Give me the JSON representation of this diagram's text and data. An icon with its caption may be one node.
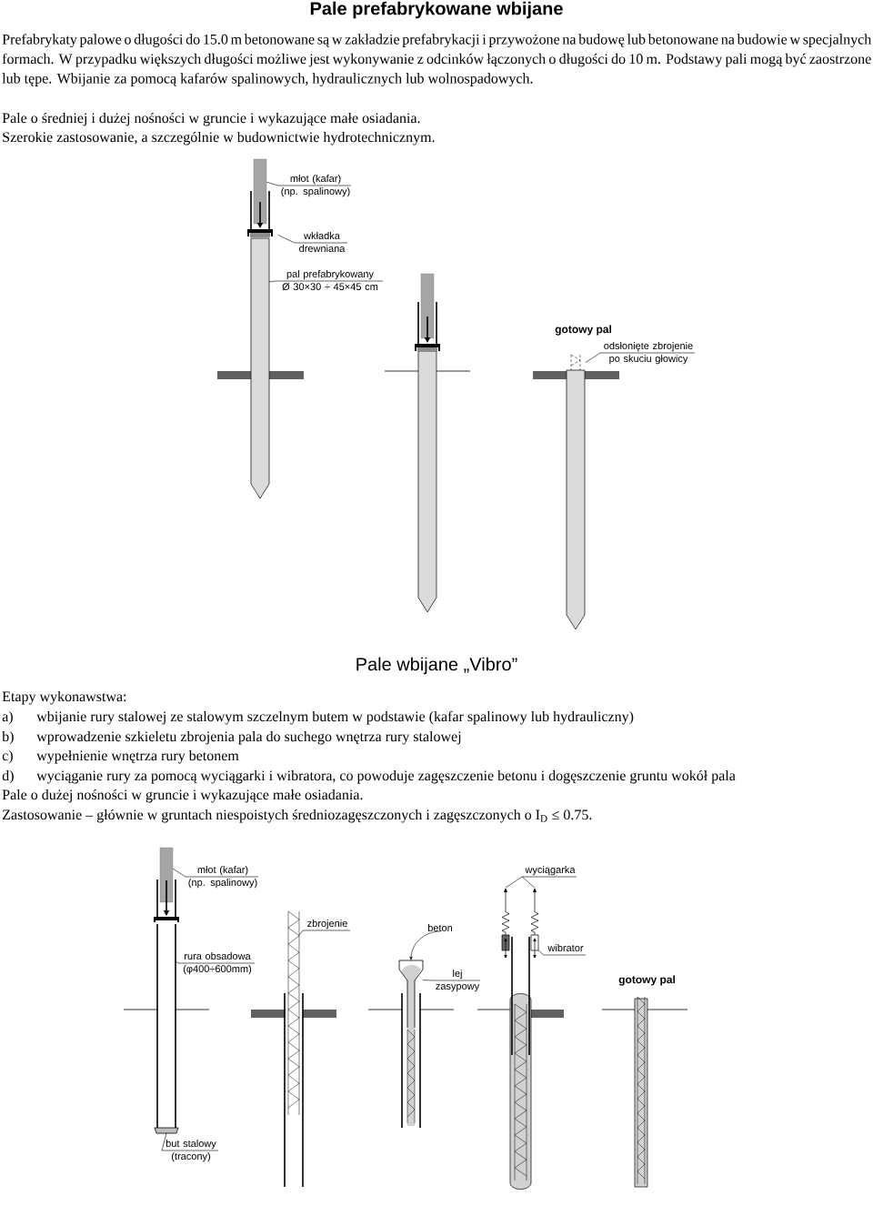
{
  "diagram": {
    "title": "Pale prefabrykowane wbijane",
    "nodes": [
      {
        "text": [
          "młot (kafar) (np. spalinowy)"
        ]
      },
      {
        "text": [
          "wkładka drewniana"
        ]
      },
      {
        "text": [
          "pal prefabrykowany Ø 30×30 ÷ 45×45 cm"
        ]
      },
      {
        "text": [
          "odsłonięte zbrojenie po skuciu głowicy"
        ]
      },
      {
        "text": [
          "młot (kafar) (np. spalinowy)"
        ]
      },
      {
        "text": [
          "rura obsadowa (φ400÷600mm)"
        ]
      },
      {
        "text": [
          "but stalowy (tracony)"
        ]
      },
      {
        "text": [
          "zbrojenie"
        ]
      },
      {
        "text": [
          "beton"
        ]
      },
      {
        "text": [
          "lej zasypowy"
        ]
      },
      {
        "text": [
          "wyciągarka"
        ]
      },
      {
        "text": [
          "wibrator"
        ]
      },
      {
        "text": [],
        "shape": "block"
      },
      {
        "text": [],
        "shape": "bar"
      },
      {
        "text": [],
        "shape": "pile"
      },
      {
        "text": [],
        "shape": "cage"
      },
      {
        "text": [],
        "shape": "block"
      },
      {
        "text": [],
        "shape": "tube"
      },
      {
        "text": [],
        "shape": "shoe"
      },
      {
        "text": [],
        "shape": "cage"
      },
      {
        "text": [],
        "shape": "funnel"
      },
      {
        "text": [],
        "shape": "spring"
      },
      {
        "text": [],
        "shape": "spring"
      },
      {
        "text": [],
        "shape": "box"
      }
    ],
    "edges": [
      {
        "from": 0,
        "to": 12,
        "arrow": "none"
      },
      {
        "from": 1,
        "to": 13,
        "arrow": "none"
      },
      {
        "from": 2,
        "to": 14,
        "arrow": "none"
      },
      {
        "from": 3,
        "to": 15,
        "arrow": "none"
      },
      {
        "from": 4,
        "to": 16,
        "arrow": "none"
      },
      {
        "from": 5,
        "to": 17,
        "arrow": "none"
      },
      {
        "from": 6,
        "to": 18,
        "arrow": "none"
      },
      {
        "from": 7,
        "to": 19,
        "arrow": "none"
      },
      {
        "from": 8,
        "to": 20,
        "arrow": "to"
      },
      {
        "from": 9,
        "to": 20,
        "arrow": "none"
      },
      {
        "from": 10,
        "to": 21,
        "arrow": "none"
      },
      {
        "from": 10,
        "to": 22,
        "arrow": "none"
      },
      {
        "from": 11,
        "to": 23,
        "arrow": "none"
      }
    ],
    "labels": [
      "Prefabrykaty palowe o długości do 15.0 m betonowane są w zakładzie prefabrykacji i przywożone na budowę lub betonowane na budowie w specjalnych formach. W przypadku większych długości możliwe jest wykonywanie z odcinków łączonych o długości do 10 m. Podstawy pali mogą być zaostrzone lub tępe. Wbijanie za pomocą kafarów spalinowych, hydraulicznych lub wolnospadowych.",
      "Pale o średniej i dużej nośności w gruncie i wykazujące małe osiadania.",
      "Szerokie zastosowanie, a szczególnie w budownictwie hydrotechnicznym.",
      "gotowy pal",
      "Pale wbijane „Vibro”",
      "Etapy wykonawstwa:",
      "a)",
      "wbijanie rury stalowej ze stalowym szczelnym butem w podstawie (kafar spalinowy lub hydrauliczny)",
      "b)",
      "wprowadzenie szkieletu zbrojenia pala do suchego wnętrza rury stalowej",
      "c)",
      "wypełnienie wnętrza rury betonem",
      "d)",
      "wyciąganie rury za pomocą wyciągarki i wibratora, co powoduje zagęszczenie betonu i dogęszczenie gruntu wokół pala",
      "Pale o dużej nośności w gruncie i wykazujące małe osiadania.",
      "Zastosowanie – głównie w gruntach niespoistych średniozagęszczonych i zagęszczonych o I$_{D}$ ≤ 0.75.",
      "gotowy pal"
    ]
  }
}
